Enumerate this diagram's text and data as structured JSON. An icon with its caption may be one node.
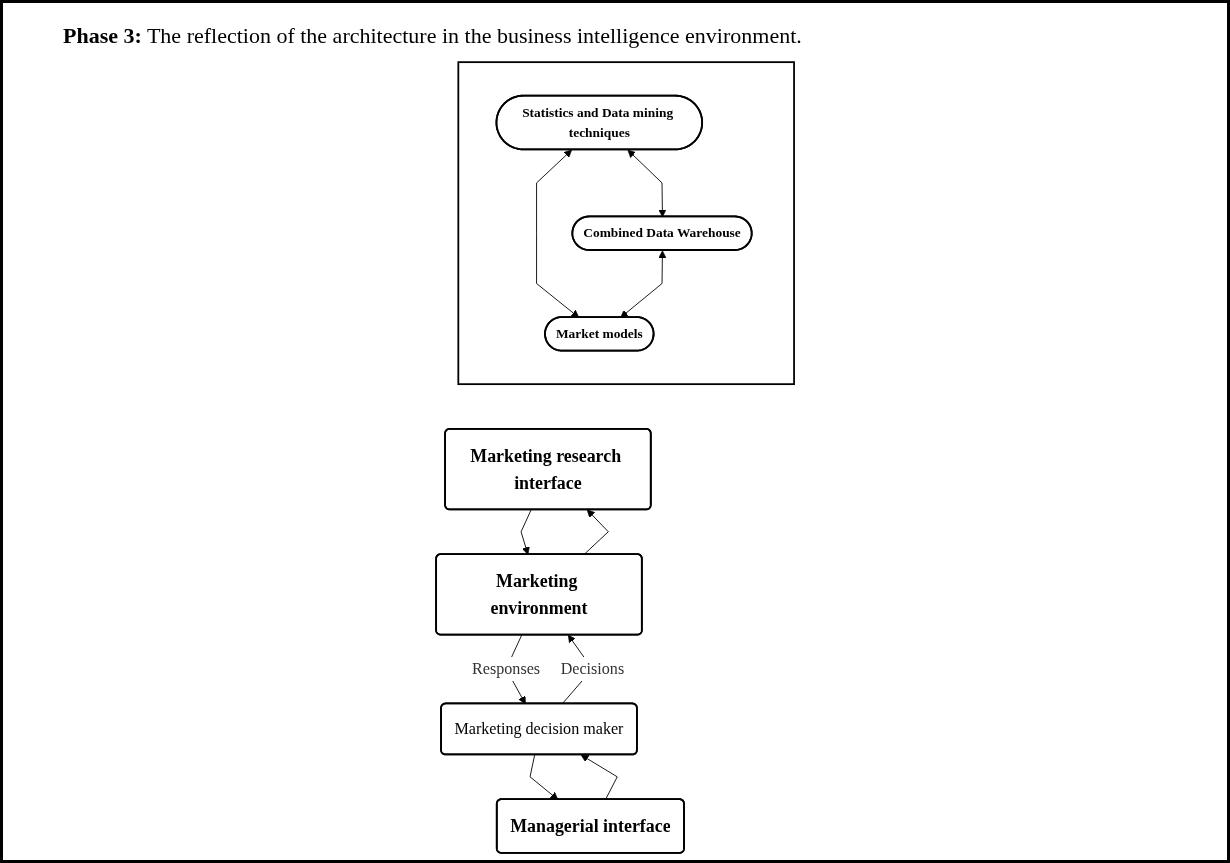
{
  "diagram": {
    "title": "**Phase 3:** The reflection of the architecture in the business intelligence environment.",
    "nodes": [
      {
        "text": [
          "Marketing decision maker"
        ]
      },
      {
        "text": [
          "Managerial interface"
        ]
      },
      {
        "text": [],
        "shape": "box"
      },
      {
        "text": [
          "Statistics and Data mining techniques"
        ],
        "in": 2
      },
      {
        "text": [
          "Market models"
        ],
        "in": 2
      },
      {
        "text": [
          "Combined Data Warehouse"
        ],
        "in": 2
      },
      {
        "text": [
          "Marketing research interface"
        ]
      },
      {
        "text": [
          "Marketing environment"
        ]
      }
    ],
    "edges": [
      {
        "from": 0,
        "to": 1,
        "arrow": "to"
      },
      {
        "from": 1,
        "to": 0,
        "arrow": "to"
      },
      {
        "from": 3,
        "to": 4,
        "arrow": "both"
      },
      {
        "from": 3,
        "to": 5,
        "arrow": "both"
      },
      {
        "from": 5,
        "to": 4,
        "arrow": "both"
      },
      {
        "from": 6,
        "to": 7,
        "arrow": "to"
      },
      {
        "from": 7,
        "to": 6,
        "arrow": "to"
      },
      {
        "from": 7,
        "to": 0,
        "label": "Responses",
        "arrow": "to"
      },
      {
        "from": 0,
        "to": 7,
        "label": "Decisions",
        "arrow": "to"
      }
    ]
  }
}
